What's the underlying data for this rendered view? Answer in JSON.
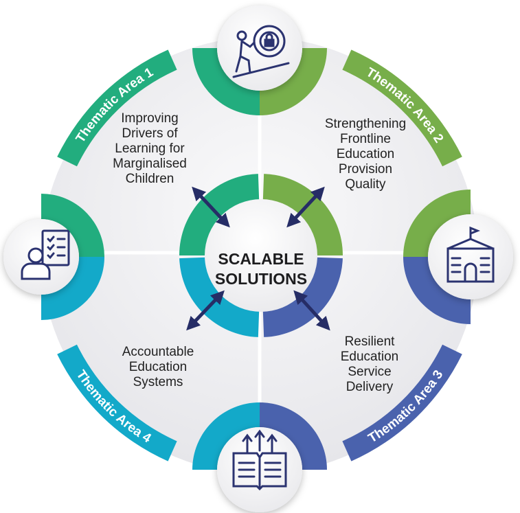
{
  "center": {
    "line1": "SCALABLE",
    "line2": "SOLUTIONS"
  },
  "quadrants": [
    {
      "lines": [
        "Improving",
        "Drivers of",
        "Learning for",
        "Marginalised",
        "Children"
      ]
    },
    {
      "lines": [
        "Strengthening",
        "Frontline",
        "Education",
        "Provision",
        "Quality"
      ]
    },
    {
      "lines": [
        "Resilient",
        "Education",
        "Service",
        "Delivery"
      ]
    },
    {
      "lines": [
        "Accountable",
        "Education",
        "Systems"
      ]
    }
  ],
  "thematic_areas": [
    {
      "label": "Thematic Area 1",
      "color": "#22ad7e"
    },
    {
      "label": "Thematic Area 2",
      "color": "#77ae4a"
    },
    {
      "label": "Thematic Area 3",
      "color": "#4a62ad"
    },
    {
      "label": "Thematic Area 4",
      "color": "#13a9c9"
    }
  ],
  "icons": [
    "climbing-gear-icon",
    "school-building-icon",
    "open-book-arrows-icon",
    "teacher-checklist-icon"
  ],
  "colors": {
    "arrow": "#262d66",
    "icon": "#2b3370",
    "background": "#ededf0"
  }
}
